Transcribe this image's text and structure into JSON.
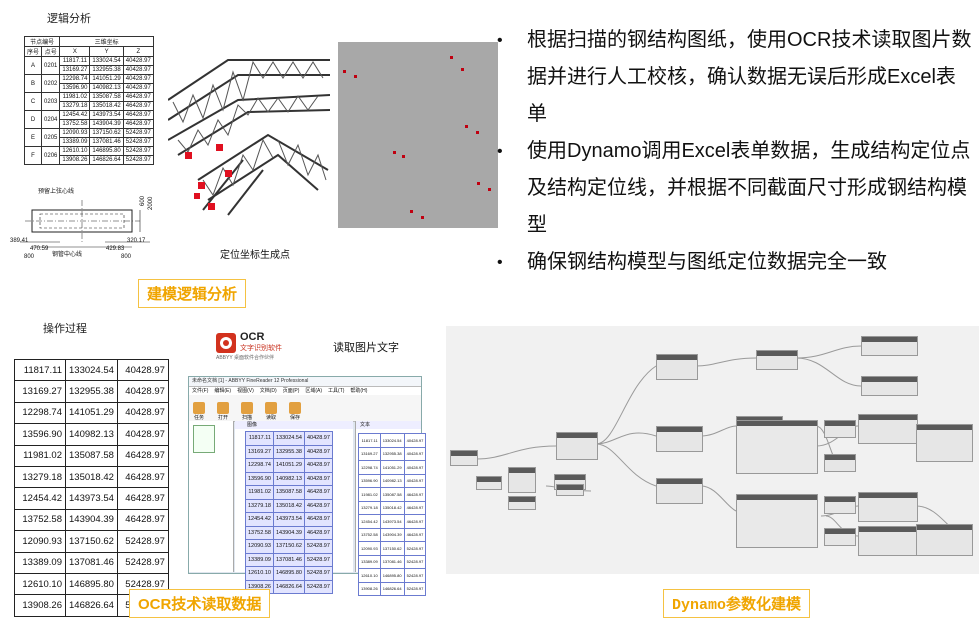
{
  "logic": {
    "title": "逻辑分析",
    "table_head": [
      "节点编号",
      "三维坐标"
    ],
    "table_sub": [
      "序号",
      "点号",
      "X",
      "Y",
      "Z"
    ],
    "rows": [
      [
        "A",
        "0201",
        "11817.11",
        "133024.54",
        "40428.97"
      ],
      [
        "",
        "",
        "13169.27",
        "132955.38",
        "40428.97"
      ],
      [
        "B",
        "0202",
        "12298.74",
        "141051.29",
        "40428.97"
      ],
      [
        "",
        "",
        "13596.90",
        "140982.13",
        "40428.97"
      ],
      [
        "C",
        "0203",
        "11981.02",
        "135087.58",
        "46428.97"
      ],
      [
        "",
        "",
        "13279.18",
        "135018.42",
        "46428.97"
      ],
      [
        "D",
        "0204",
        "12454.42",
        "143973.54",
        "46428.97"
      ],
      [
        "",
        "",
        "13752.58",
        "143904.39",
        "46428.97"
      ],
      [
        "E",
        "0205",
        "12090.93",
        "137150.62",
        "52428.97"
      ],
      [
        "",
        "",
        "13389.09",
        "137081.46",
        "52428.97"
      ],
      [
        "F",
        "0206",
        "12610.10",
        "146895.80",
        "52428.97"
      ],
      [
        "",
        "",
        "13908.26",
        "146826.64",
        "52428.97"
      ]
    ],
    "section_labels": {
      "upper": "预留上弦心线",
      "lower": "钢管中心线",
      "dim_a": "389.41",
      "dim_b": "470.59",
      "dim_c": "429.83",
      "dim_d": "320.17",
      "dim_e": "800",
      "dim_f": "800",
      "dim_g": "2000",
      "dim_h": "600"
    },
    "steel_caption": "定位坐标生成点",
    "badge": "建模逻辑分析"
  },
  "bullets": [
    "根据扫描的钢结构图纸，使用OCR技术读取图片数据并进行人工校核，确认数据无误后形成Excel表单",
    "使用Dynamo调用Excel表单数据，生成结构定位点及结构定位线，并根据不同截面尺寸形成钢结构模型",
    "确保钢结构模型与图纸定位数据完全一致"
  ],
  "ocr": {
    "process_title": "操作过程",
    "read_caption": "读取图片文字",
    "logo_main": "OCR",
    "logo_sub": "文字识别软件",
    "logo_brand": "ABBYY 桌面软件合作伙伴",
    "window_title": "未命名文档 [1] - ABBYY FineReader 12 Professional",
    "menu": [
      "文件(F)",
      "编辑(E)",
      "视图(V)",
      "文档(D)",
      "页面(P)",
      "区域(A)",
      "工具(T)",
      "帮助(H)"
    ],
    "toolbar": [
      "任务",
      "打开",
      "扫描",
      "读取",
      "保存"
    ],
    "panels": [
      "图像",
      "文本"
    ],
    "table": [
      [
        "11817.11",
        "133024.54",
        "40428.97"
      ],
      [
        "13169.27",
        "132955.38",
        "40428.97"
      ],
      [
        "12298.74",
        "141051.29",
        "40428.97"
      ],
      [
        "13596.90",
        "140982.13",
        "40428.97"
      ],
      [
        "11981.02",
        "135087.58",
        "46428.97"
      ],
      [
        "13279.18",
        "135018.42",
        "46428.97"
      ],
      [
        "12454.42",
        "143973.54",
        "46428.97"
      ],
      [
        "13752.58",
        "143904.39",
        "46428.97"
      ],
      [
        "12090.93",
        "137150.62",
        "52428.97"
      ],
      [
        "13389.09",
        "137081.46",
        "52428.97"
      ],
      [
        "12610.10",
        "146895.80",
        "52428.97"
      ],
      [
        "13908.26",
        "146826.64",
        "52428.97"
      ]
    ],
    "badge": "OCR技术读取数据"
  },
  "dynamo": {
    "badge": "Dynamo参数化建模"
  },
  "colors": {
    "badge_text": "#f0a500",
    "badge_border": "#f5c242",
    "point": "#e01020"
  }
}
